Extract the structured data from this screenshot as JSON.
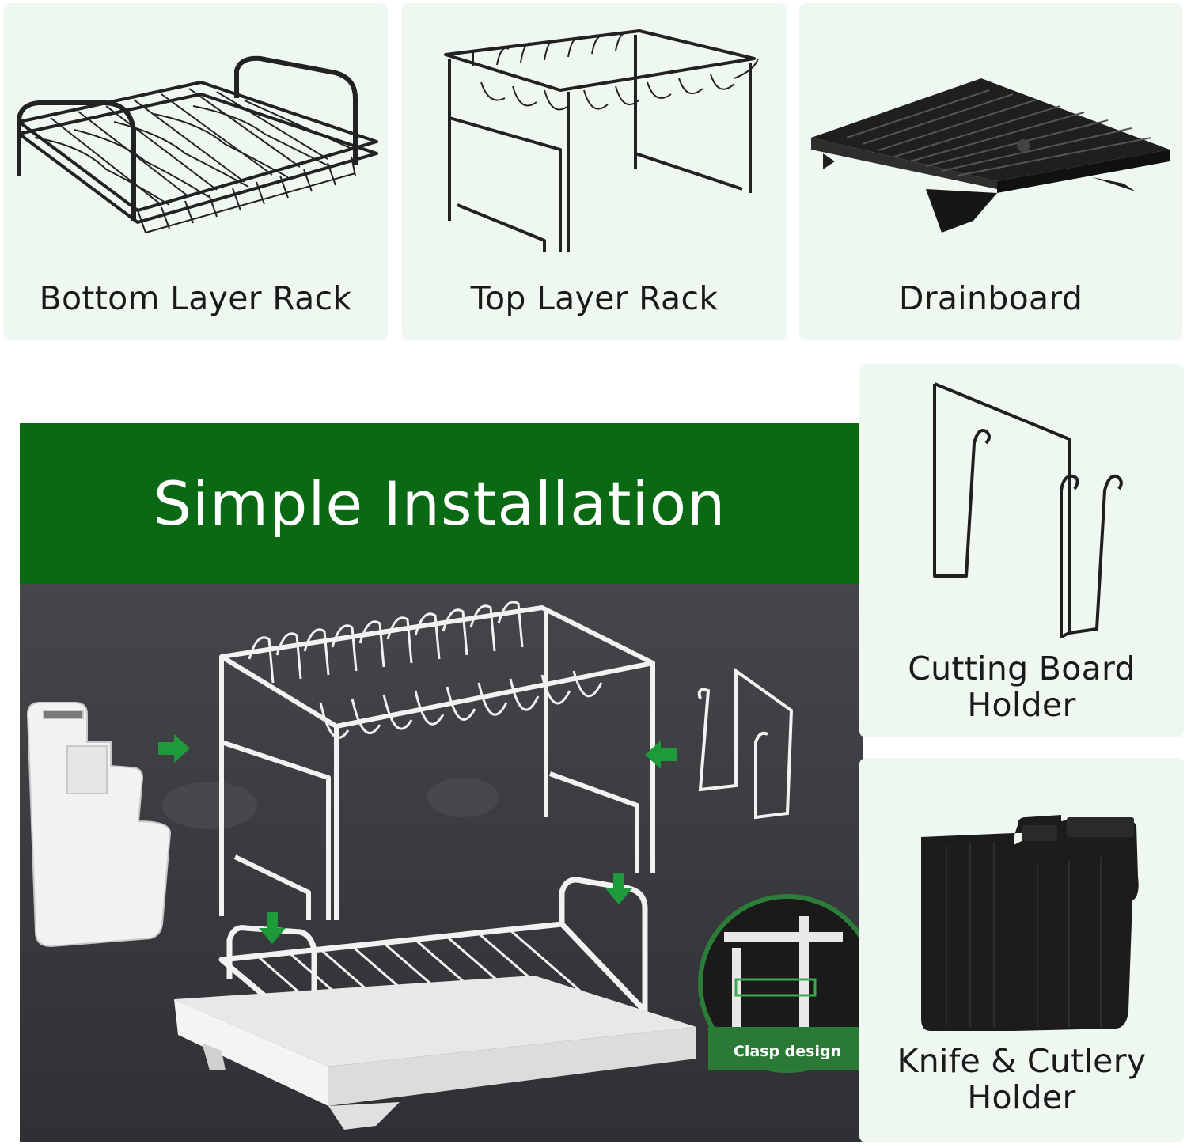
{
  "banner": {
    "title": "Simple Installation"
  },
  "parts": [
    {
      "label": "Bottom Layer Rack"
    },
    {
      "label": "Top Layer Rack"
    },
    {
      "label": "Drainboard"
    },
    {
      "label_line1": "Cutting Board",
      "label_line2": "Holder"
    },
    {
      "label_line1": "Knife & Cutlery",
      "label_line2": "Holder"
    }
  ],
  "scene": {
    "clasp_label": "Clasp design"
  },
  "colors": {
    "card_bg": "#eef8f1",
    "banner_green": "#0a6a13",
    "arrow_green": "#1f9a3b",
    "rack_black": "#222222",
    "scene_dark": "#3b3c40"
  }
}
